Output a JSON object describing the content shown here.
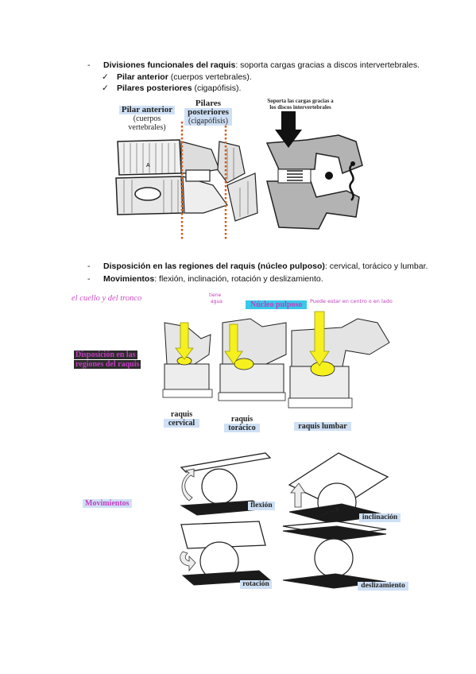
{
  "bullets": {
    "b1": {
      "bold": "Divisiones funcionales del raquis",
      "rest": ": soporta cargas gracias a discos intervertebrales."
    },
    "b1_sub1": {
      "bold": "Pilar anterior",
      "rest": " (cuerpos vertebrales)."
    },
    "b1_sub2": {
      "bold": "Pilares posteriores",
      "rest": " (cigapófisis)."
    },
    "b2": {
      "bold": "Disposición en las regiones del raquis (núcleo pulposo)",
      "rest": ": cervical, torácico y lumbar."
    },
    "b3": {
      "bold": "Movimientos",
      "rest": ": flexión, inclinación, rotación y deslizamiento."
    }
  },
  "figure1": {
    "pilar_anterior": "Pilar anterior",
    "cuerpos": "(cuerpos",
    "vertebrales": "vertebrales)",
    "pilares": "Pilares",
    "posteriores": "posteriores",
    "cigapofisis": "(cigapófisis)",
    "soporta1": "Soporta las cargas gracias a",
    "soporta2": "los discos intervertebrales",
    "letter_a": "A"
  },
  "figure2": {
    "annotation_left": "el cuello y del tronco",
    "hand1": "tiene",
    "hand2": "agua",
    "nucleo": "Núcleo pulposo",
    "hand3": "Puede estar en centro o en lado",
    "disposicion1": "Disposición en las",
    "disposicion2": "regiones del raquis",
    "cervical1": "raquis",
    "cervical2": "cervical",
    "toracico1": "raquis",
    "toracico2": "torácico",
    "lumbar": "raquis lumbar"
  },
  "figure3": {
    "movimientos": "Movimientos",
    "flexion": "flexión",
    "inclinacion": "inclinación",
    "rotacion": "rotación",
    "deslizamiento": "deslizamiento"
  },
  "colors": {
    "yellow": "#f5f01e",
    "pink": "#c33ec0",
    "highlight_blue": "#cfe0f5",
    "dotted_orange": "#d45a1e"
  }
}
